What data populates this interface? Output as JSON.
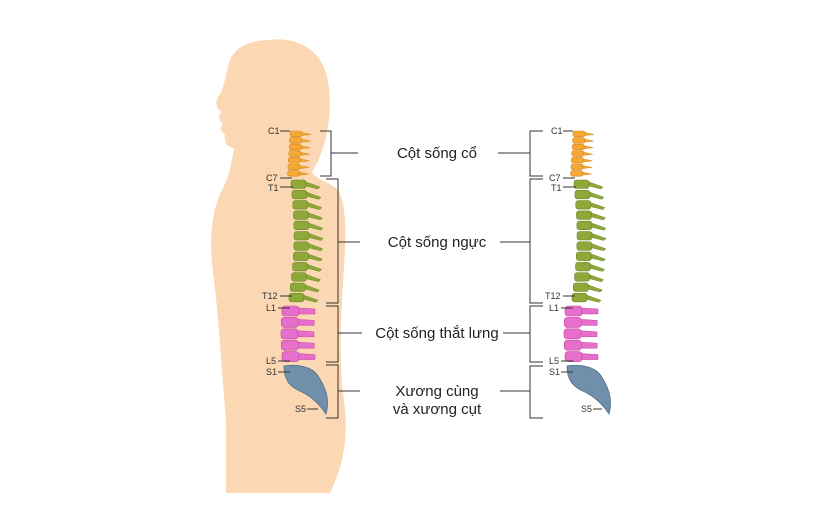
{
  "colors": {
    "body": "#fcd7b3",
    "cervical": "#f5a833",
    "cervical_dark": "#d7861c",
    "thoracic": "#8fa83a",
    "thoracic_dark": "#6c8526",
    "lumbar": "#e66fcb",
    "lumbar_dark": "#c9479f",
    "sacrum": "#6f8faa",
    "sacrum_dark": "#4f6f8a",
    "line": "#333333"
  },
  "regions": {
    "cervical": "Cột sống cổ",
    "thoracic": "Cột sống ngực",
    "lumbar": "Cột sống thắt lưng",
    "sacral_line1": "Xương cùng",
    "sacral_line2": "và  xương cụt"
  },
  "left_labels": {
    "c1": "C1",
    "c7": "C7",
    "t1": "T1",
    "t12": "T12",
    "l1": "L1",
    "l5": "L5",
    "s1": "S1",
    "s5": "S5"
  },
  "right_labels": {
    "c1": "C1",
    "c7": "C7",
    "t1": "T1",
    "t12": "T12",
    "l1": "L1",
    "l5": "L5",
    "s1": "S1",
    "s5": "S5"
  }
}
